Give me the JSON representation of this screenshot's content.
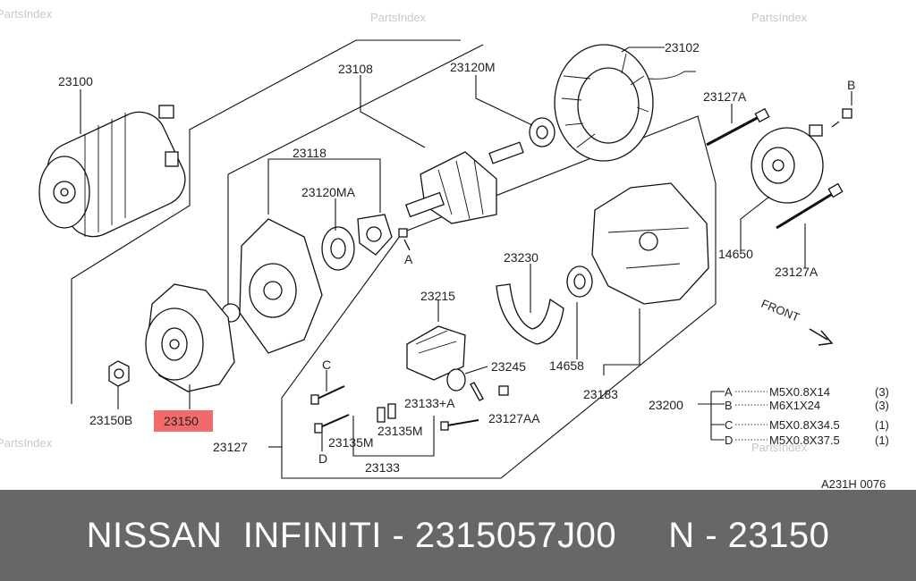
{
  "watermark": "PartsIndex",
  "callouts": {
    "p23100": "23100",
    "p23108": "23108",
    "p23120M": "23120M",
    "p23102": "23102",
    "p23127A_top": "23127A",
    "pB_top": "B",
    "p23118": "23118",
    "p23120MA": "23120MA",
    "pA": "A",
    "p14650": "14650",
    "p23127A_bottom": "23127A",
    "p23230": "23230",
    "p23215": "23215",
    "pC": "C",
    "p23245": "23245",
    "p14658": "14658",
    "p23183": "23183",
    "p23133A": "23133+A",
    "p23127AA": "23127AA",
    "p23200": "23200",
    "p23150B": "23150B",
    "p23150": "23150",
    "p23127": "23127",
    "p23135M_1": "23135M",
    "p23135M_2": "23135M",
    "pD": "D",
    "p23133": "23133"
  },
  "front_label": "FRONT",
  "bolt_table": [
    {
      "key": "A",
      "spec": "M5X0.8X14",
      "qty": "(3)"
    },
    {
      "key": "B",
      "spec": "M6X1X24",
      "qty": "(3)"
    },
    {
      "key": "C",
      "spec": "M5X0.8X34.5",
      "qty": "(1)"
    },
    {
      "key": "D",
      "spec": "M5X0.8X37.5",
      "qty": "(1)"
    }
  ],
  "figure_code": "A231H 0076",
  "highlight_color": "#f26b6b",
  "footer": {
    "text": "NISSAN  INFINITI - 2315057J00     N - 23150",
    "bg_color": "#676767"
  }
}
